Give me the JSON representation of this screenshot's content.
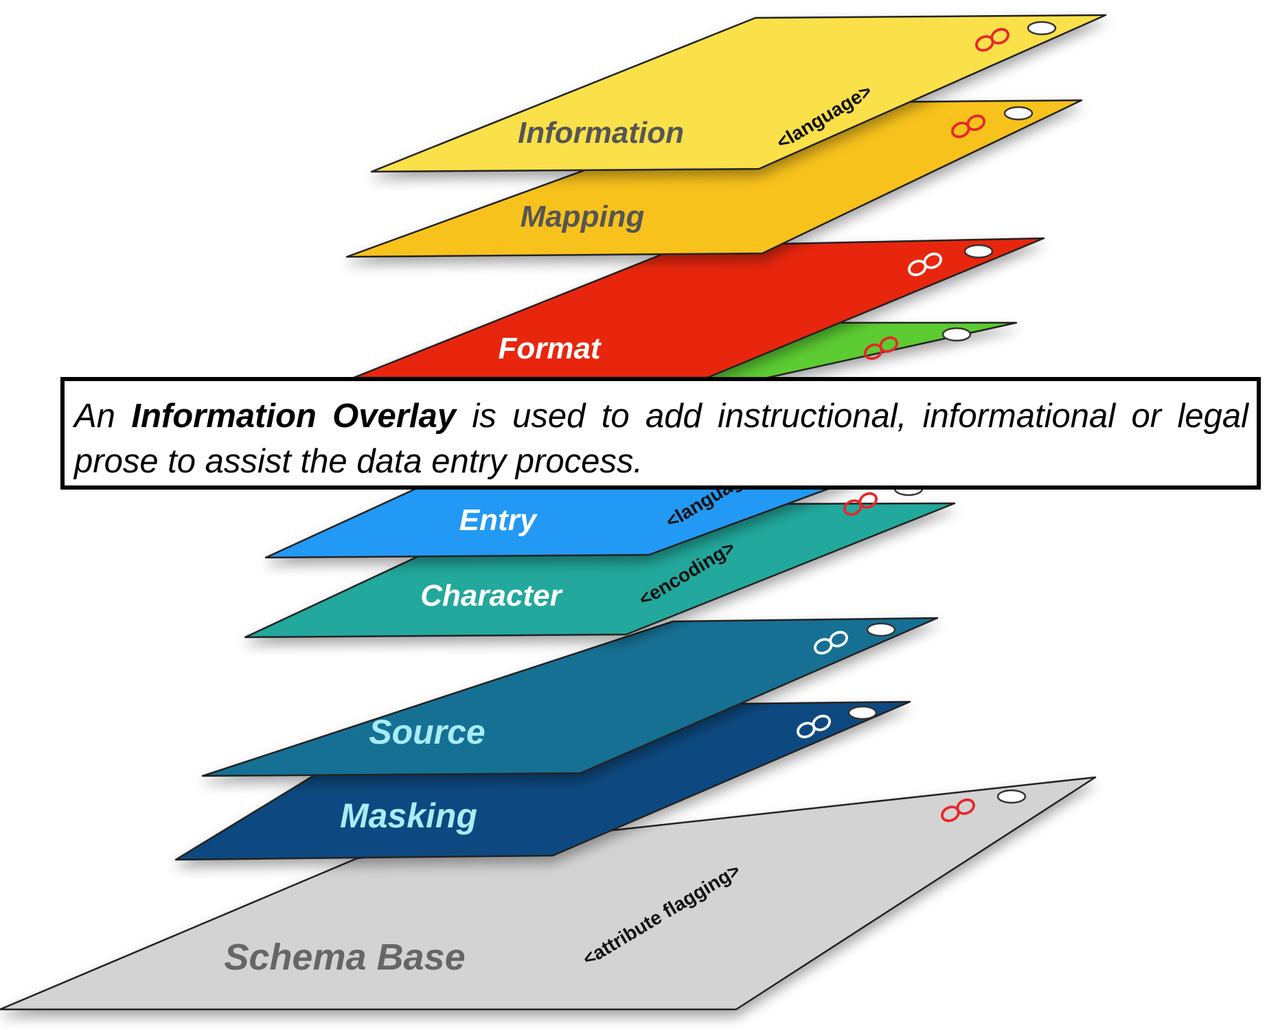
{
  "callout": {
    "prefix": "An ",
    "emphasis": "Information Overlay",
    "suffix": " is used to add instructional, informational or legal prose to assist the data entry process."
  },
  "layers": [
    {
      "id": "schema-base",
      "label": "Schema Base",
      "tag": "<attribute flagging>",
      "fill": "#d3d3d3",
      "text_color": "#666666",
      "link_color": "#e8262a"
    },
    {
      "id": "masking",
      "label": "Masking",
      "tag": "",
      "fill": "#0d4a80",
      "text_color": "#a8ecf8",
      "link_color": "#ffffff"
    },
    {
      "id": "source",
      "label": "Source",
      "tag": "",
      "fill": "#166f94",
      "text_color": "#a8ecf8",
      "link_color": "#ffffff"
    },
    {
      "id": "character",
      "label": "Character",
      "tag": "<encoding>",
      "fill": "#20a89c",
      "text_color": "#ffffff",
      "link_color": "#e8262a"
    },
    {
      "id": "entry",
      "label": "Entry",
      "tag": "<languag",
      "fill": "#2499f5",
      "text_color": "#ffffff",
      "link_color": "#e8262a"
    },
    {
      "id": "green",
      "label": "",
      "tag": "",
      "fill": "#5ccc30",
      "text_color": "#ffffff",
      "link_color": "#e8262a"
    },
    {
      "id": "format",
      "label": "Format",
      "tag": "",
      "fill": "#e8260e",
      "text_color": "#ffffff",
      "link_color": "#ffffff"
    },
    {
      "id": "mapping",
      "label": "Mapping",
      "tag": "",
      "fill": "#f8c21c",
      "text_color": "#555555",
      "link_color": "#e8262a"
    },
    {
      "id": "information",
      "label": "Information",
      "tag": "<language>",
      "fill": "#fae04a",
      "text_color": "#555555",
      "link_color": "#e8262a"
    }
  ],
  "icons": {
    "link": "infinity-link-icon",
    "pin": "oval-pin-icon"
  }
}
